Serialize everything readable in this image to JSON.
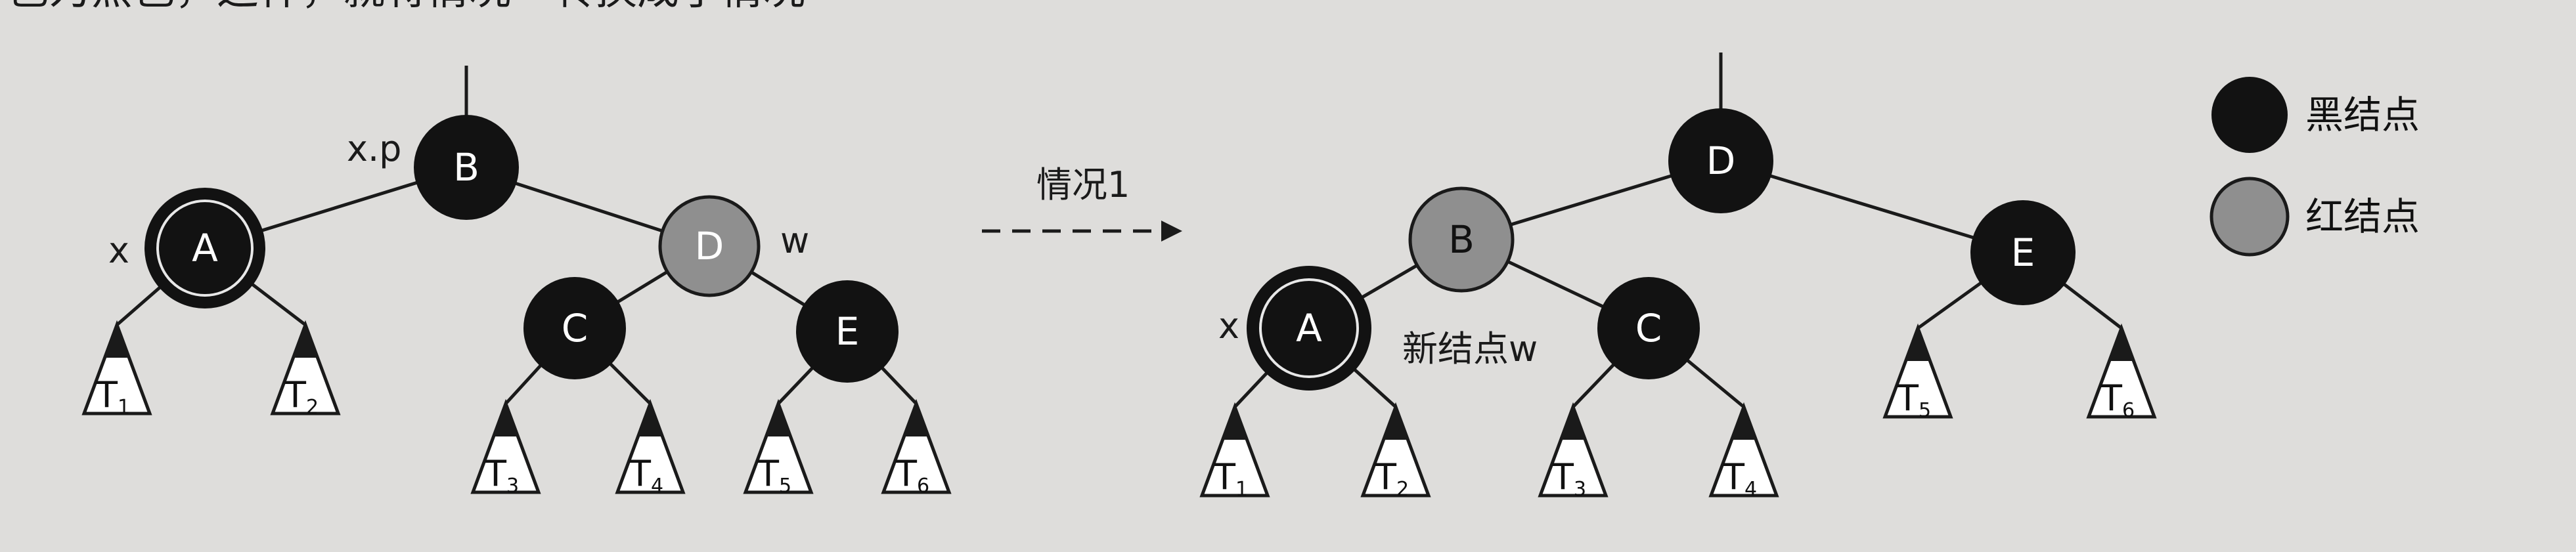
{
  "header_text": "色为黑色，这样，就将情况一转换成了情况",
  "left_tree": {
    "nodes": {
      "A": "A",
      "B": "B",
      "C": "C",
      "D": "D",
      "E": "E"
    },
    "labels": {
      "x": "x",
      "xp": "x.p",
      "w": "w"
    },
    "leaves": [
      {
        "letter": "T",
        "sub": "1"
      },
      {
        "letter": "T",
        "sub": "2"
      },
      {
        "letter": "T",
        "sub": "3"
      },
      {
        "letter": "T",
        "sub": "4"
      },
      {
        "letter": "T",
        "sub": "5"
      },
      {
        "letter": "T",
        "sub": "6"
      }
    ]
  },
  "arrow": {
    "label": "情况1"
  },
  "right_tree": {
    "nodes": {
      "A": "A",
      "B": "B",
      "C": "C",
      "D": "D",
      "E": "E"
    },
    "labels": {
      "x": "x",
      "new_w": "新结点w"
    },
    "leaves": [
      {
        "letter": "T",
        "sub": "1"
      },
      {
        "letter": "T",
        "sub": "2"
      },
      {
        "letter": "T",
        "sub": "3"
      },
      {
        "letter": "T",
        "sub": "4"
      },
      {
        "letter": "T",
        "sub": "5"
      },
      {
        "letter": "T",
        "sub": "6"
      }
    ]
  },
  "legend": {
    "black": {
      "label": "黑结点",
      "color": "#121212"
    },
    "red": {
      "label": "红结点",
      "color": "#8f8f8f"
    }
  }
}
